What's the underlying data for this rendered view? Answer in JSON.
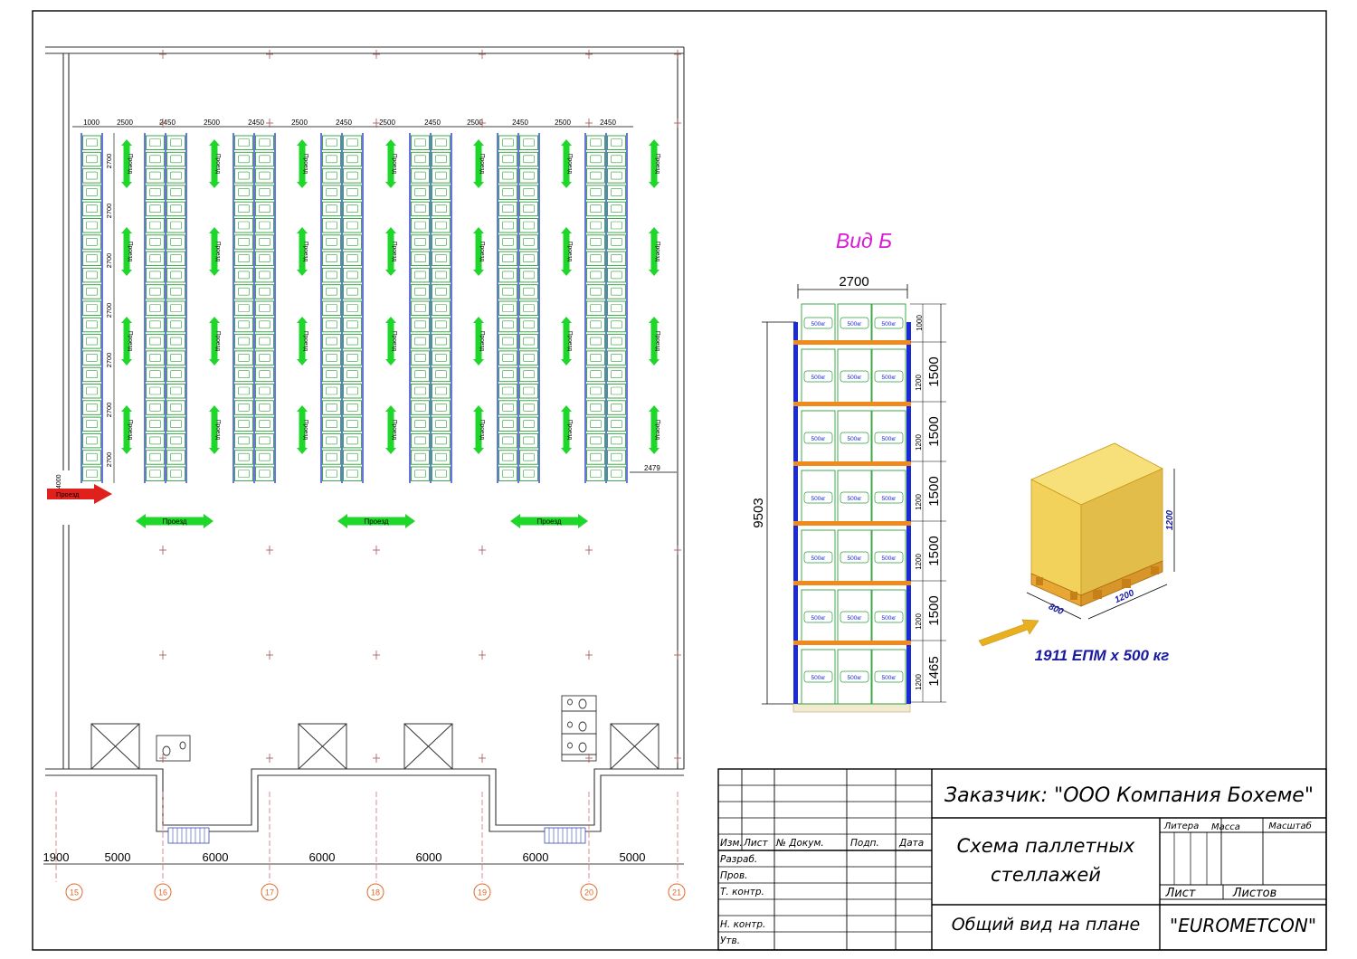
{
  "plan": {
    "top_dims": [
      "1000",
      "2500",
      "2450",
      "2500",
      "2450",
      "2500",
      "2450",
      "2500",
      "2450",
      "2500",
      "2450",
      "2500",
      "2450"
    ],
    "side_dims": [
      "2700",
      "2700",
      "2700",
      "2700",
      "2700",
      "2700",
      "2700"
    ],
    "aisle_label": "Проезд",
    "right_gap_dim": "2479",
    "entrance_dim": "4000",
    "axis_dims": [
      "1900",
      "5000",
      "6000",
      "6000",
      "6000",
      "6000",
      "5000"
    ],
    "axis_labels": [
      "15",
      "16",
      "17",
      "18",
      "19",
      "20",
      "21"
    ]
  },
  "view_b": {
    "title": "Вид Б",
    "width_dim": "2700",
    "total_height_dim": "9503",
    "level_dims": [
      "1000",
      "1500",
      "1500",
      "1500",
      "1500",
      "1500",
      "1465"
    ],
    "pallet_height_dim": "1200",
    "load_label": "500кг"
  },
  "pallet": {
    "dim_height": "1200",
    "dim_depth": "800",
    "dim_width": "1200",
    "caption": "1911 ЕПМ х 500 кг"
  },
  "title_block": {
    "customer": "Заказчик: \"ООО Компания Бохеме\"",
    "title_line1": "Схема паллетных",
    "title_line2": "стеллажей",
    "sheet_name": "Общий вид на плане",
    "company": "\"EUROMETCON\"",
    "col_headers": [
      "Изм.",
      "Лист",
      "№ Докум.",
      "Подп.",
      "Дата"
    ],
    "row_labels": [
      "Разраб.",
      "Пров.",
      "Т. контр.",
      "",
      "Н. контр.",
      "Утв."
    ],
    "litera": "Литера",
    "massa": "Масса",
    "masshtab": "Масштаб",
    "list": "Лист",
    "listov": "Листов"
  },
  "colors": {
    "rack_green": "#2e9e3a",
    "arrow_green": "#1fd62a",
    "entrance_red": "#e0201c",
    "beam_orange": "#f08a1c",
    "upright_blue": "#1a2bd6",
    "title_magenta": "#d81ad8",
    "caption_blue": "#1a1aa0",
    "pallet_yellow": "#f2d25a",
    "axis_orange": "#e06a2a"
  }
}
